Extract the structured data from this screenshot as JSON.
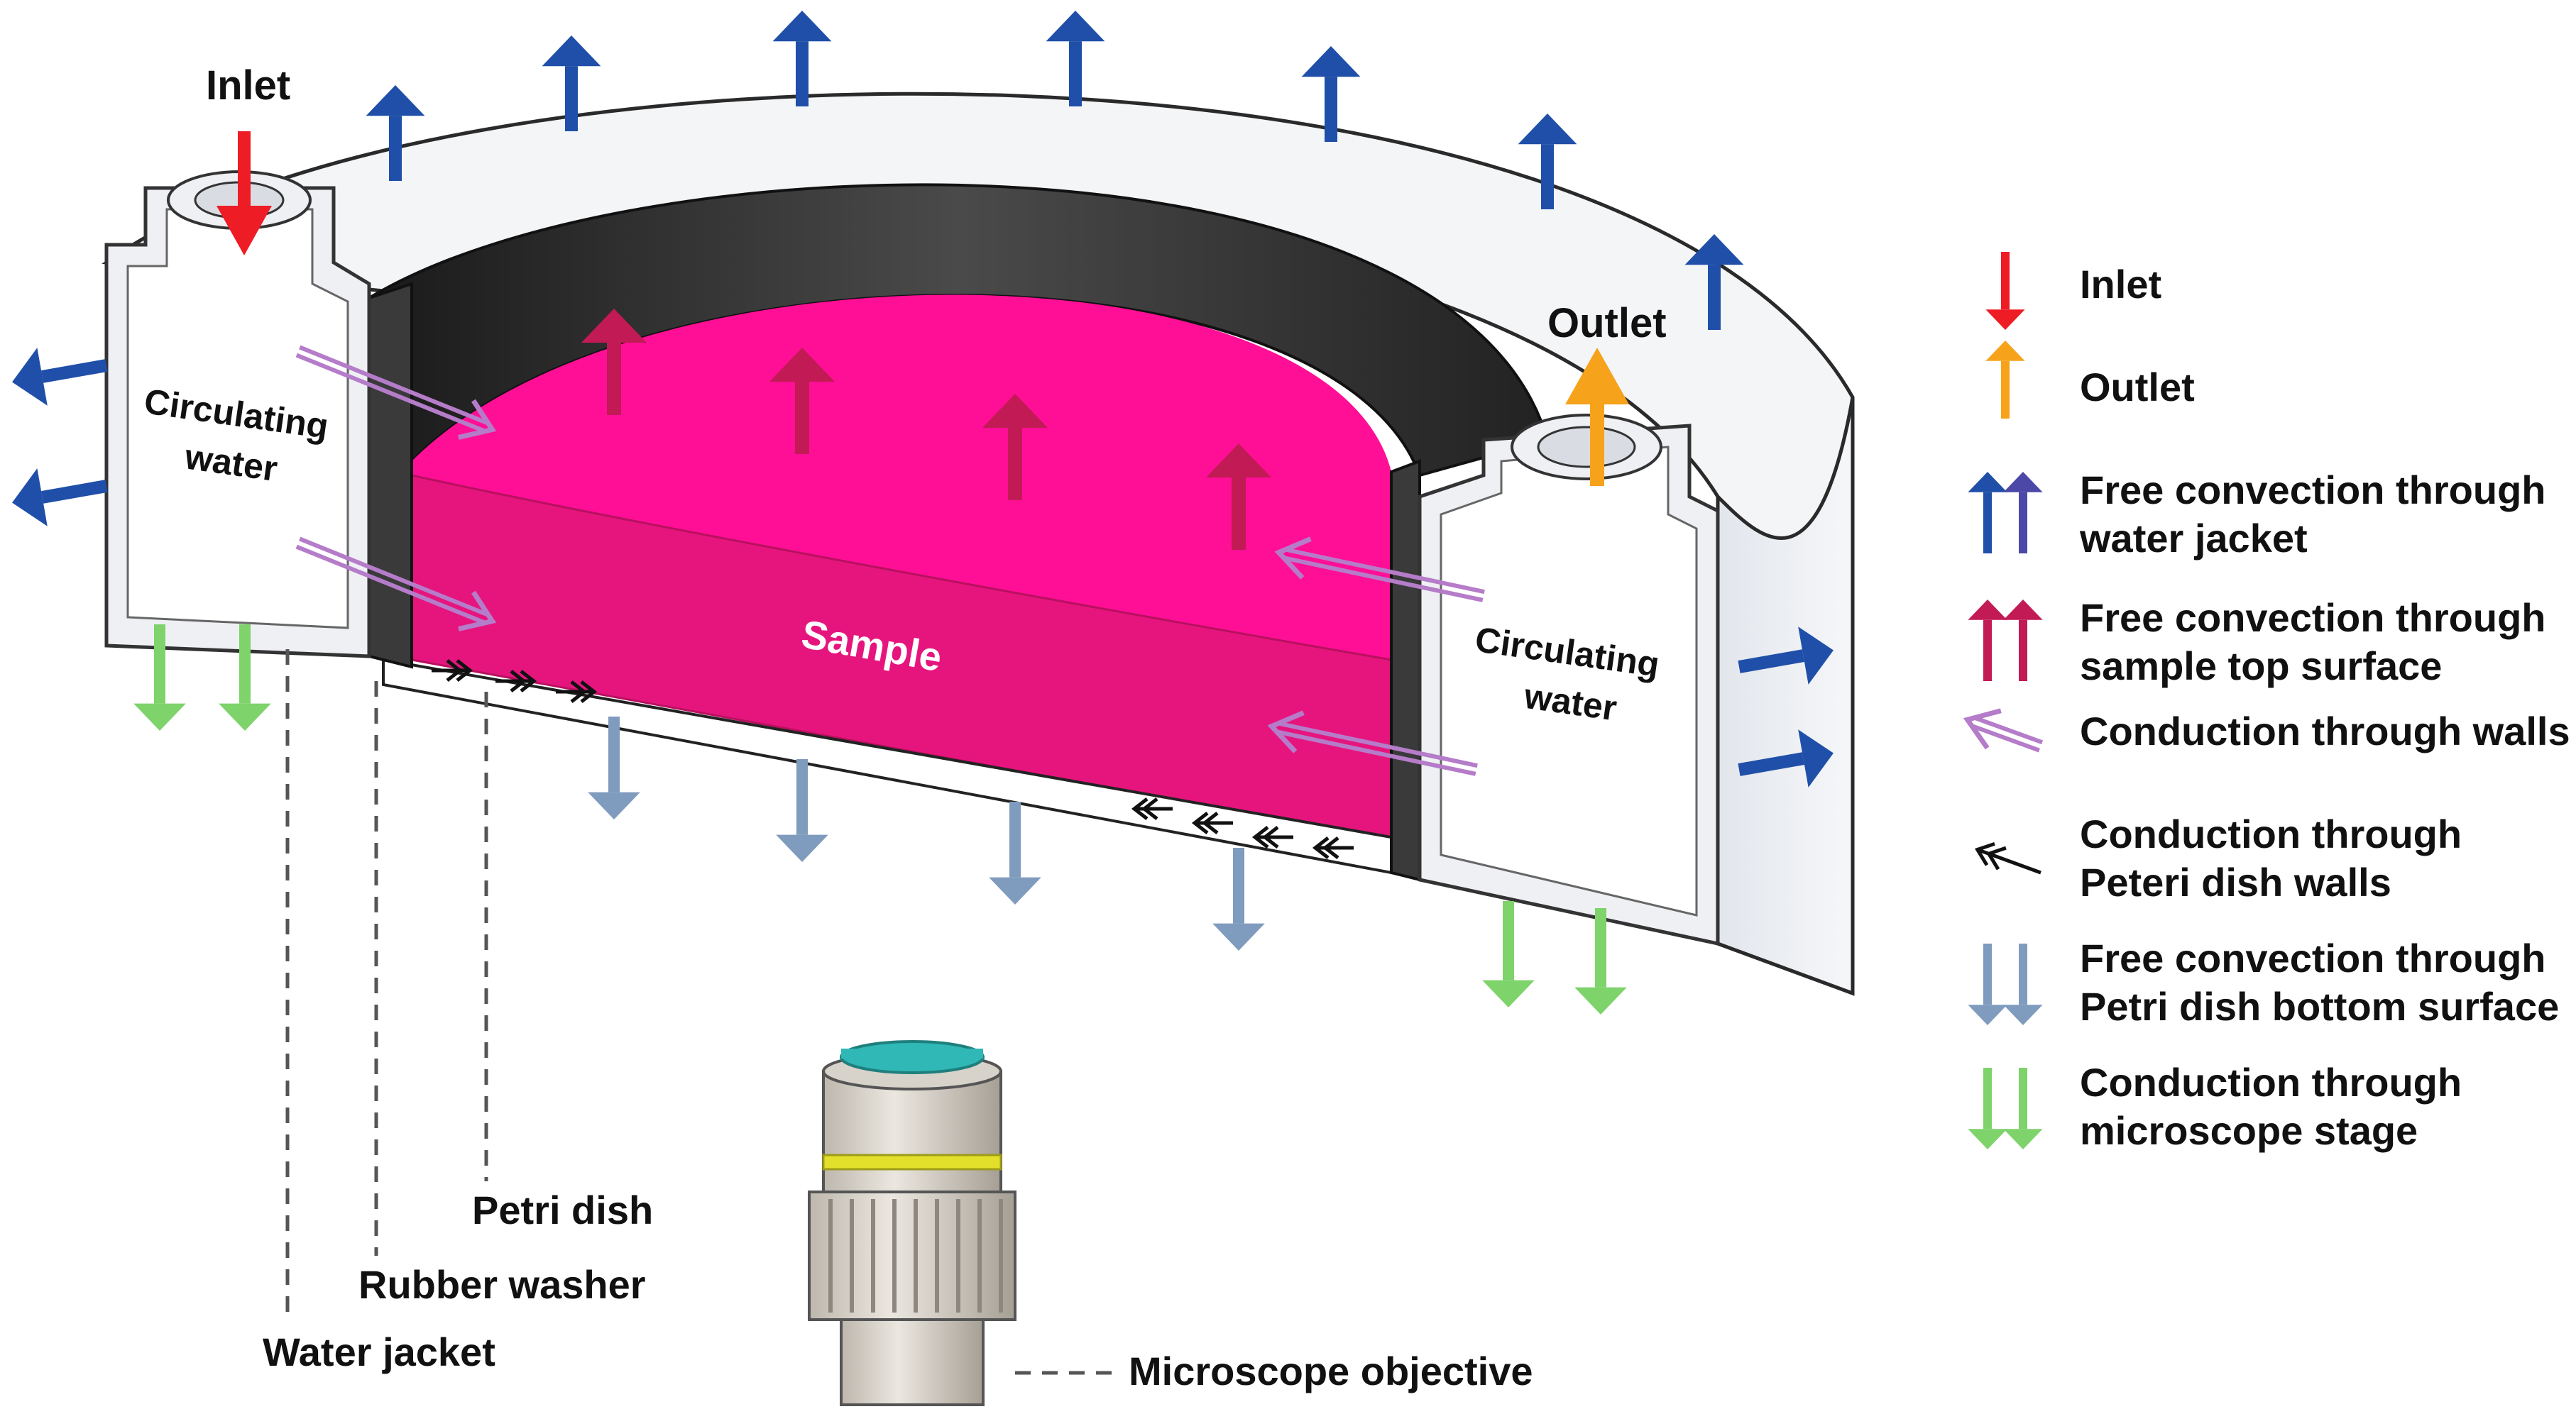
{
  "colors": {
    "inlet": "#ee1c25",
    "outlet": "#f7a21b",
    "jacket_convection": "#1f4fa8",
    "sample_convection": "#c21a55",
    "wall_conduction": "#b57cc9",
    "petri_conduction": "#111111",
    "bottom_convection": "#7f9bbd",
    "stage_conduction": "#7ed36b",
    "sample_fill": "#ff0f96",
    "sample_side": "#e6157e",
    "jacket_fill": "#eef0f4",
    "inner_wall": "#2c2c2c"
  },
  "diagram": {
    "labels": {
      "inlet": "Inlet",
      "outlet": "Outlet",
      "circulating_water_left_1": "Circulating",
      "circulating_water_left_2": "water",
      "circulating_water_right_1": "Circulating",
      "circulating_water_right_2": "water",
      "sample": "Sample",
      "petri_dish": "Petri dish",
      "rubber_washer": "Rubber washer",
      "water_jacket": "Water jacket",
      "microscope_objective": "Microscope objective"
    }
  },
  "legend": {
    "items": [
      {
        "icon": "red-down-arrow-icon",
        "line1": "Inlet",
        "line2": ""
      },
      {
        "icon": "orange-up-arrow-icon",
        "line1": "Outlet",
        "line2": ""
      },
      {
        "icon": "blue-double-up-arrow-icon",
        "line1": "Free convection through",
        "line2": "water jacket"
      },
      {
        "icon": "crimson-double-up-arrow-icon",
        "line1": "Free convection through",
        "line2": "sample top surface"
      },
      {
        "icon": "purple-hollow-arrow-icon",
        "line1": "Conduction through walls",
        "line2": ""
      },
      {
        "icon": "black-hollow-arrow-icon",
        "line1": "Conduction through",
        "line2": "Peteri dish walls"
      },
      {
        "icon": "gray-double-down-arrow-icon",
        "line1": "Free convection through",
        "line2": "Petri dish bottom surface"
      },
      {
        "icon": "green-double-down-arrow-icon",
        "line1": "Conduction through",
        "line2": "microscope stage"
      }
    ]
  }
}
